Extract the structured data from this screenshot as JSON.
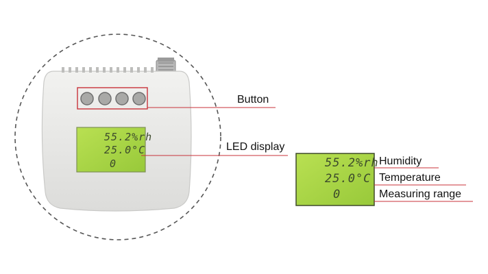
{
  "callouts": {
    "button": "Button",
    "display": "LED display"
  },
  "lcd": {
    "humidity": "55.2%rh",
    "temperature": "25.0°C",
    "range": "0"
  },
  "legend": {
    "humidity": "Humidity",
    "temperature": "Temperature",
    "range": "Measuring range"
  },
  "colors": {
    "accent_red": "#c8323a",
    "lcd_green": "#a9d845",
    "device_body": "#e8e8e6",
    "circle_dash": "#555555"
  }
}
